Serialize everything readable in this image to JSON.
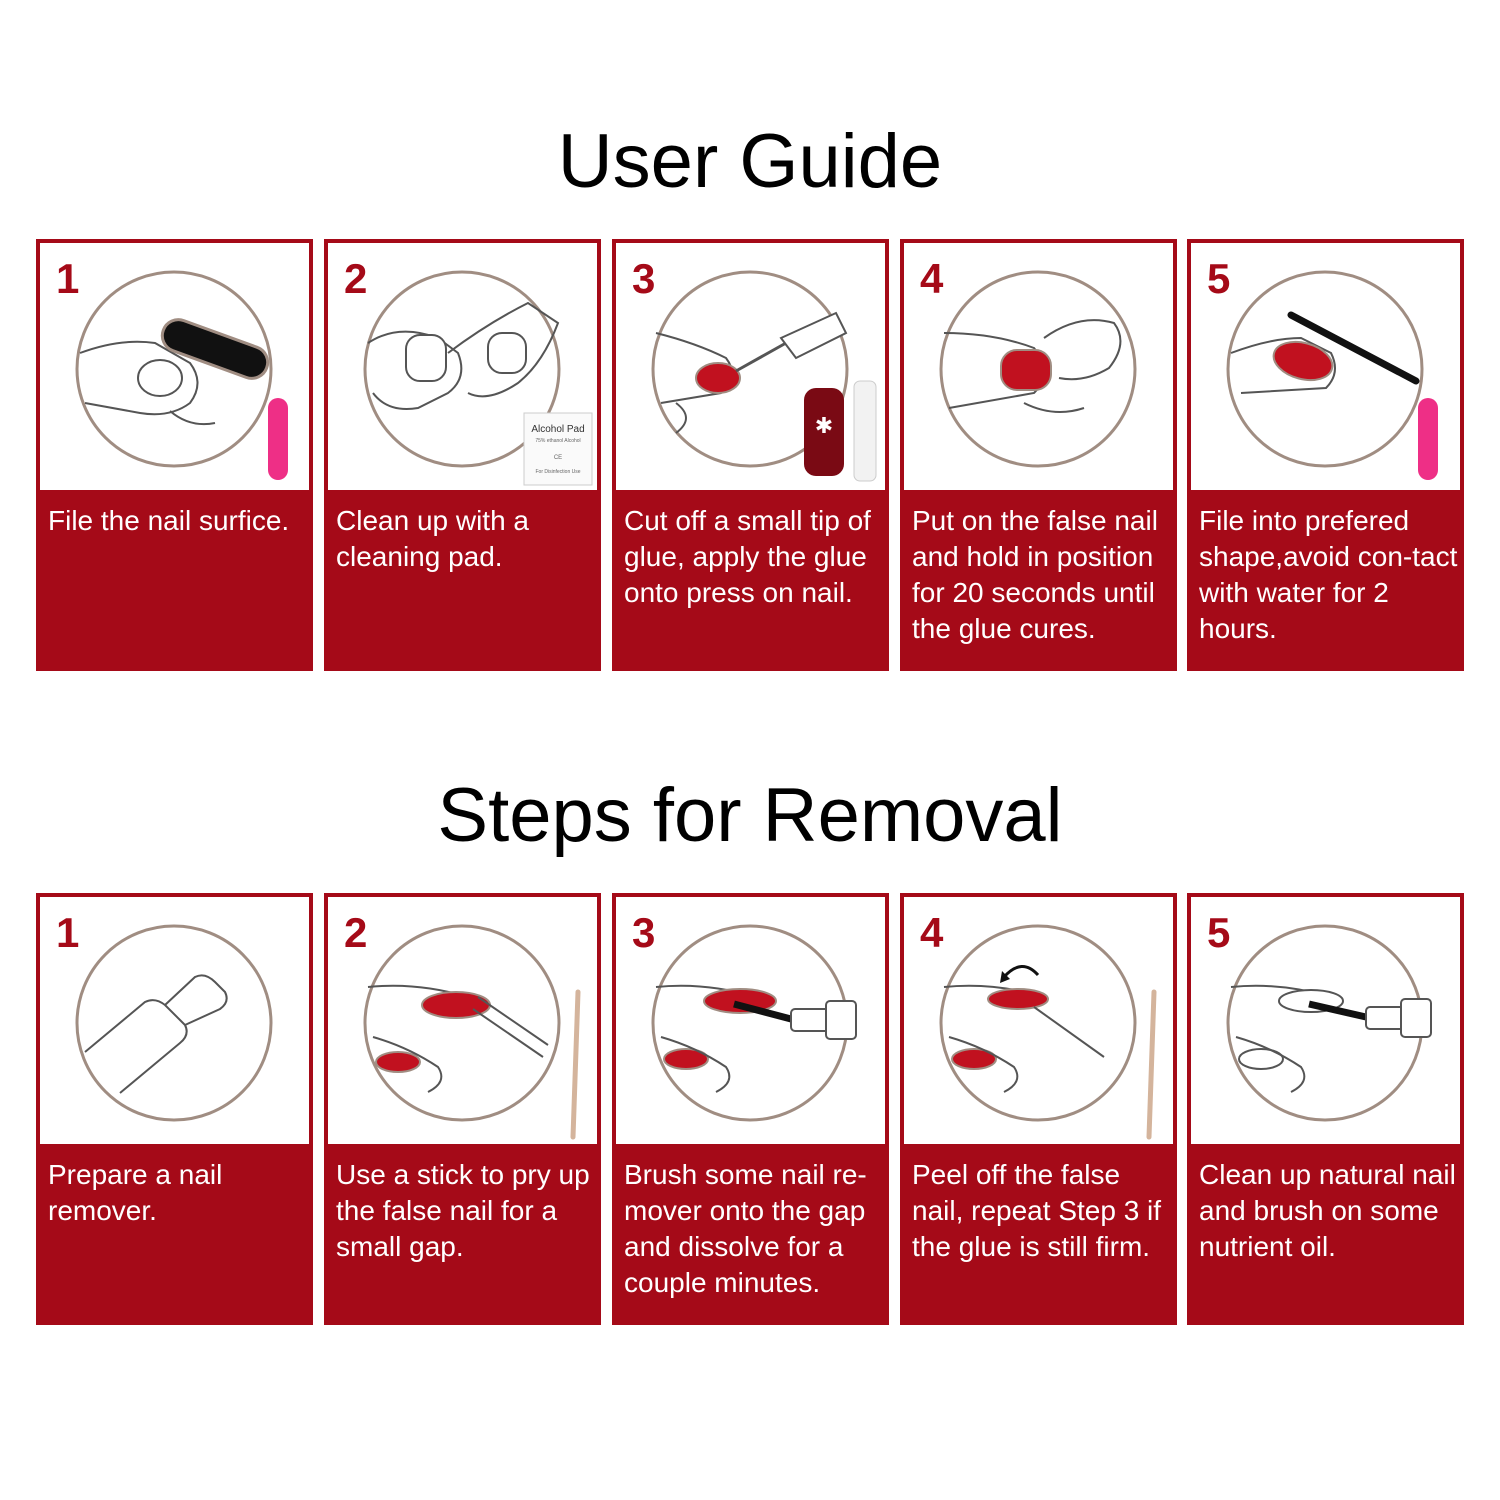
{
  "user_guide": {
    "title": "User Guide",
    "steps": [
      {
        "number": "1",
        "caption": "File the nail surfice."
      },
      {
        "number": "2",
        "caption": "Clean up with a cleaning pad.",
        "pad_title": "Alcohol Pad",
        "pad_sub": "75% ethanol Alcohol",
        "pad_mark": "CE",
        "pad_foot": "For Disinfection Use"
      },
      {
        "number": "3",
        "caption": "Cut off a small tip of glue, apply the glue onto press on nail."
      },
      {
        "number": "4",
        "caption": "Put on the false nail and hold in position for 20 seconds until the glue cures."
      },
      {
        "number": "5",
        "caption": "File into prefered shape,avoid con-tact with water for 2 hours."
      }
    ]
  },
  "removal": {
    "title": "Steps for Removal",
    "steps": [
      {
        "number": "1",
        "caption": "Prepare a nail remover."
      },
      {
        "number": "2",
        "caption": "Use a stick to pry up the false nail for a small gap."
      },
      {
        "number": "3",
        "caption": "Brush some nail re-mover onto the gap and dissolve for a couple minutes."
      },
      {
        "number": "4",
        "caption": "Peel off the false nail, repeat Step 3 if the glue is still firm."
      },
      {
        "number": "5",
        "caption": "Clean up natural nail and brush on some nutrient oil."
      }
    ]
  },
  "colors": {
    "brand_red": "#a50a18",
    "nail_red": "#c1111f",
    "outline": "#a08d82",
    "file_pink": "#ee2f86"
  }
}
